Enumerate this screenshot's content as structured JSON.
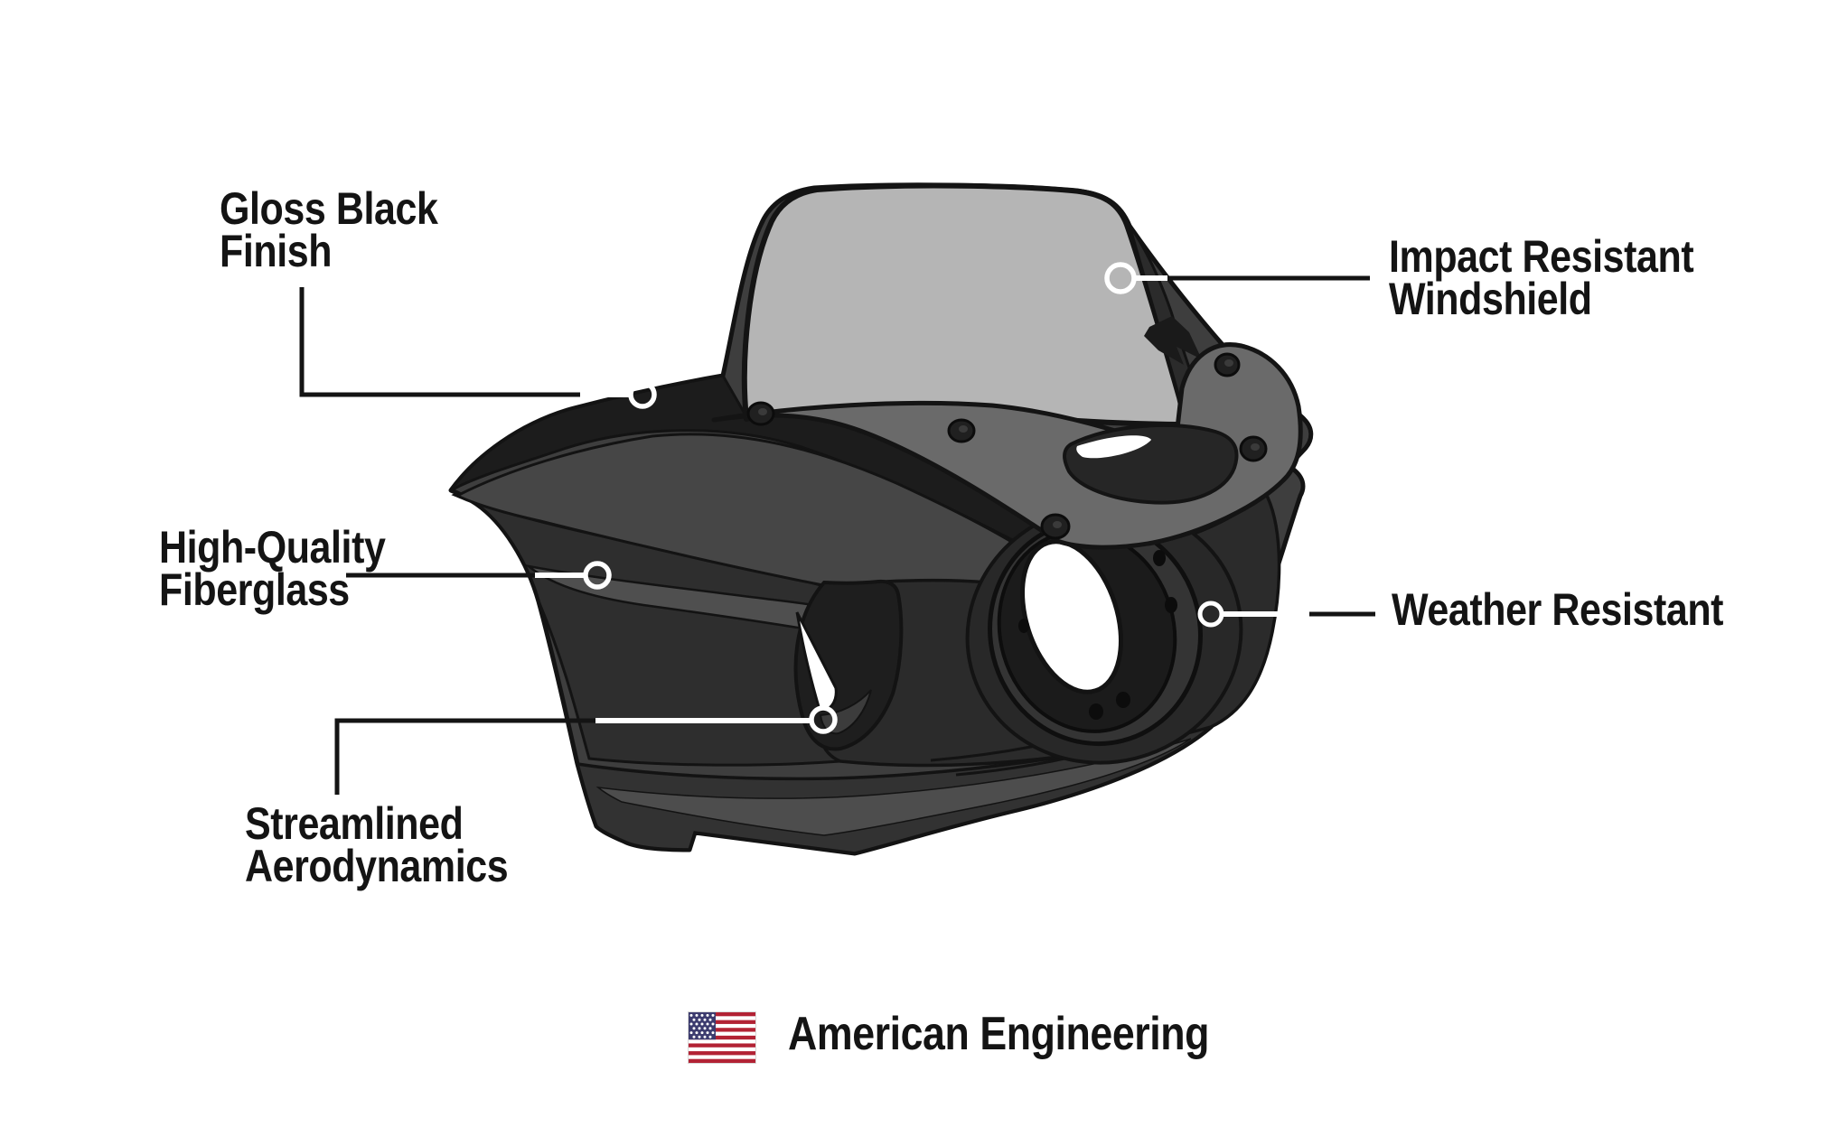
{
  "diagram": {
    "type": "product-callout-diagram",
    "subject": "motorcycle-fairing-with-windshield",
    "callouts": [
      {
        "id": "gloss-black-finish",
        "lines": [
          "Gloss Black",
          "Finish"
        ]
      },
      {
        "id": "impact-resistant-windshield",
        "lines": [
          "Impact Resistant",
          "Windshield"
        ]
      },
      {
        "id": "high-quality-fiberglass",
        "lines": [
          "High-Quality",
          "Fiberglass"
        ]
      },
      {
        "id": "weather-resistant",
        "lines": [
          "Weather Resistant"
        ]
      },
      {
        "id": "streamlined-aerodynamics",
        "lines": [
          "Streamlined",
          "Aerodynamics"
        ]
      }
    ],
    "footer": {
      "label": "American Engineering",
      "icon": "us-flag-icon"
    },
    "illustration_parts": [
      "windshield-glass",
      "windshield-mounting-plate",
      "mounting-screws",
      "hand-slot-vent",
      "gloss-black-upper-band",
      "fiberglass-body-panel",
      "headlight-opening",
      "side-vent-cutout",
      "chin-spoiler"
    ],
    "colors": {
      "background": "#ffffff",
      "label_text": "#141414",
      "outline": "#131313",
      "leader_black": "#141414",
      "leader_white": "#ffffff",
      "windshield_glass": "#b5b5b5",
      "mounting_plate": "#6a6a6a",
      "gloss_black_band": "#1c1c1c",
      "body_main_panel": "#464646",
      "body_lower_panel": "#2e2e2e",
      "headlight_face": "#2b2b2b",
      "flag_red": "#b22234",
      "flag_blue": "#3c3b6e",
      "flag_white": "#ffffff"
    }
  }
}
